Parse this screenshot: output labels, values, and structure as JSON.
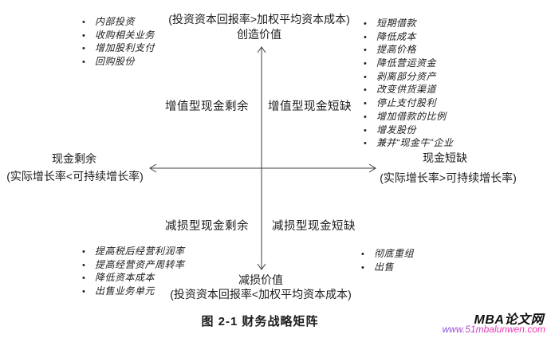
{
  "diagram": {
    "top": {
      "formula": "(投资资本回报率>加权平均资本成本)",
      "label": "创造价值"
    },
    "bottom": {
      "label": "减损价值",
      "formula": "(投资资本回报率<加权平均资本成本)"
    },
    "left_axis": {
      "label": "现金剩余",
      "condition": "(实际增长率<可持续增长率)"
    },
    "right_axis": {
      "label": "现金短缺",
      "condition": "(实际增长率>可持续增长率)"
    },
    "quadrants": {
      "top_left": "增值型现金剩余",
      "top_right": "增值型现金短缺",
      "bottom_left": "减损型现金剩余",
      "bottom_right": "减损型现金短缺"
    },
    "lists": {
      "top_left": [
        "内部投资",
        "收购相关业务",
        "增加股利支付",
        "回购股份"
      ],
      "top_right": [
        "短期借款",
        "降低成本",
        "提高价格",
        "降低营运资金",
        "剥离部分资产",
        "改变供货渠道",
        "停止支付股利",
        "增加借款的比例",
        "增发股份",
        "兼并“现金牛”企业"
      ],
      "bottom_left": [
        "提高税后经营利润率",
        "提高经营资产周转率",
        "降低资本成本",
        "出售业务单元"
      ],
      "bottom_right": [
        "彻底重组",
        "出售"
      ]
    }
  },
  "caption": "图 2-1 财务战略矩阵",
  "watermark": {
    "site_name": "MBA论文网",
    "url": "www.51mbalunwen.com"
  },
  "colors": {
    "text": "#1c1c1c",
    "axis": "#3c3c3c",
    "watermark_name": "#111111",
    "watermark_url_start": "#7b52e0",
    "watermark_url_end": "#ff2fae"
  }
}
